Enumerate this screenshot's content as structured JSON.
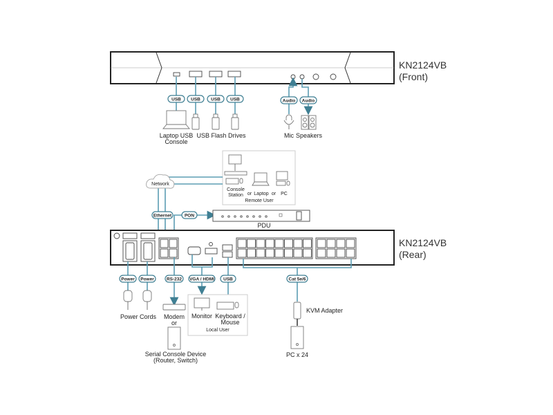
{
  "front": {
    "model": "KN2124VB",
    "side": "(Front)",
    "badges": {
      "usb": "USB",
      "audio": "Audio"
    },
    "labels": {
      "laptop_line1": "Laptop USB",
      "laptop_line2": "Console",
      "flash": "USB Flash Drives",
      "mic": "Mic",
      "speakers": "Speakers"
    }
  },
  "rear": {
    "model": "KN2124VB",
    "side": "(Rear)",
    "network": "Network",
    "remote": {
      "console_line1": "Console",
      "console_line2": "Station",
      "or1": "or",
      "laptop": "Laptop",
      "or2": "or",
      "pc": "PC",
      "title": "Remote User"
    },
    "badges": {
      "ethernet": "Ethernet",
      "pon": "PON",
      "power": "Power",
      "rs232": "RS-232",
      "vgahdmi": "VGA / HDMI",
      "usb": "USB",
      "cat": "Cat 5e/6"
    },
    "pdu": "PDU",
    "labels": {
      "power_cords": "Power Cords",
      "modem": "Modem",
      "or": "or",
      "serial_line1": "Serial Console Device",
      "serial_line2": "(Router, Switch)",
      "monitor": "Monitor",
      "kb_line1": "Keyboard /",
      "kb_line2": "Mouse",
      "local_user": "Local User",
      "kvm_adapter": "KVM Adapter",
      "pc": "PC x 24"
    }
  },
  "colors": {
    "cable": "#5b9db3",
    "badge_border": "#3f7f93"
  }
}
